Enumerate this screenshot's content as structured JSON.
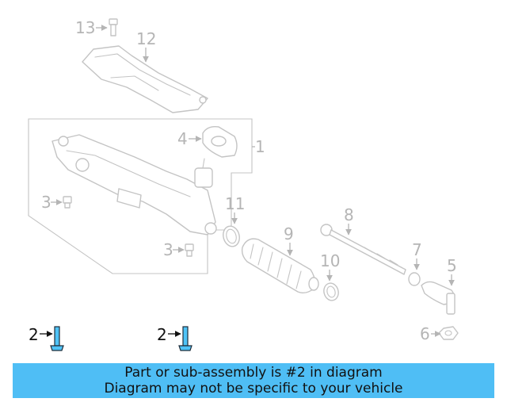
{
  "callouts": {
    "c1": "1",
    "c2a": "2",
    "c2b": "2",
    "c3a": "3",
    "c3b": "3",
    "c4": "4",
    "c5": "5",
    "c6": "6",
    "c7": "7",
    "c8": "8",
    "c9": "9",
    "c10": "10",
    "c11": "11",
    "c12": "12",
    "c13": "13"
  },
  "highlight": {
    "part_number": "2",
    "color": "#4fbef5",
    "bolt_color": "#4fc3f7"
  },
  "banner": {
    "line1": "Part or sub-assembly is #2 in diagram",
    "line2": "Diagram may not be specific to your vehicle"
  }
}
